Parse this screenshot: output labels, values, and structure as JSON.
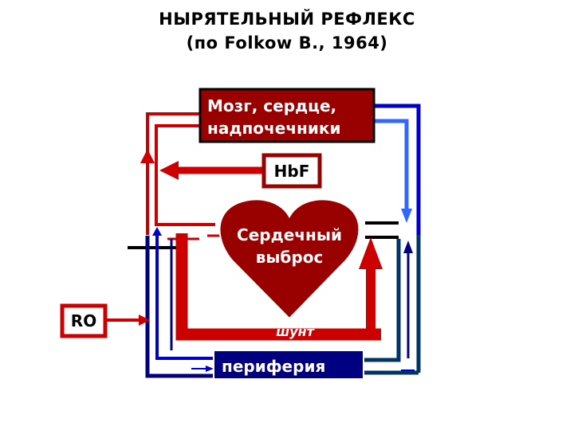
{
  "title": {
    "line1": "НЫРЯТЕЛЬНЫЙ РЕФЛЕКС",
    "line2": "(по Folkow B., 1964)"
  },
  "nodes": {
    "brain": {
      "line1": "Мозг, сердце,",
      "line2": "надпочечники"
    },
    "hbf": "HbF",
    "heart": {
      "line1": "Сердечный",
      "line2": "выброс"
    },
    "shunt": "шунт",
    "periphery": "периферия",
    "ro": "RO"
  },
  "colors": {
    "dark_red": "#990000",
    "red": "#cc0000",
    "navy": "#000080",
    "blue": "#0000cc",
    "light_blue": "#3366ff",
    "dark_blue_gray": "#003366"
  }
}
